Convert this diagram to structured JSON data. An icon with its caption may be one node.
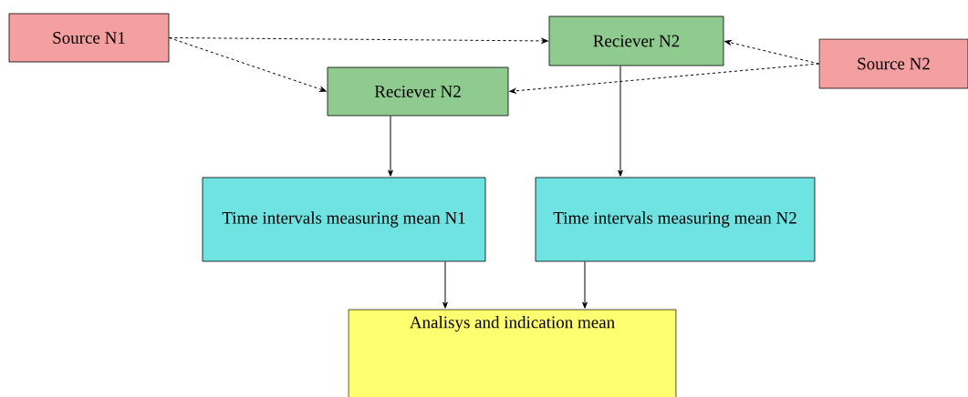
{
  "diagram": {
    "nodes": [
      {
        "text": [
          "Source N1"
        ]
      },
      {
        "text": [
          "Reciever N2"
        ]
      },
      {
        "text": [
          "Source N2"
        ]
      },
      {
        "text": [
          "Reciever N2"
        ]
      },
      {
        "text": [
          "Time intervals measuring mean N1"
        ]
      },
      {
        "text": [
          "Time intervals measuring mean N2"
        ]
      },
      {
        "text": [
          "Analisys and indication mean"
        ]
      }
    ],
    "edges": [
      {
        "from": 0,
        "to": 1,
        "arrow": "to",
        "style": "dashed"
      },
      {
        "from": 0,
        "to": 3,
        "arrow": "to",
        "style": "dashed"
      },
      {
        "from": 2,
        "to": 1,
        "arrow": "to",
        "style": "dashed"
      },
      {
        "from": 2,
        "to": 3,
        "arrow": "to",
        "style": "dashed"
      },
      {
        "from": 3,
        "to": 4,
        "arrow": "to"
      },
      {
        "from": 1,
        "to": 5,
        "arrow": "to"
      },
      {
        "from": 4,
        "to": 6,
        "arrow": "to"
      },
      {
        "from": 5,
        "to": 6,
        "arrow": "to"
      }
    ]
  }
}
